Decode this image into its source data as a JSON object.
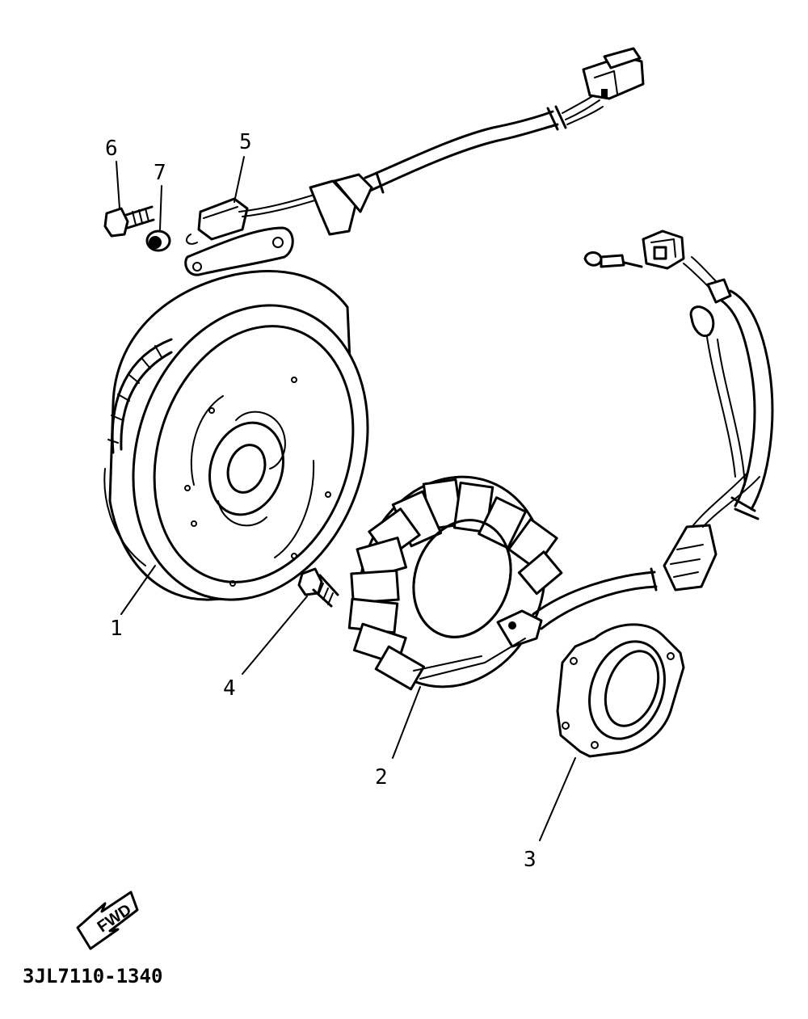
{
  "diagram": {
    "drawing_code": "3JL7110-1340",
    "fwd_label": "FWD",
    "callouts": [
      {
        "id": "rotor",
        "label": "1"
      },
      {
        "id": "stator",
        "label": "2"
      },
      {
        "id": "cover",
        "label": "3"
      },
      {
        "id": "stator-bolt",
        "label": "4"
      },
      {
        "id": "pickup-coil",
        "label": "5"
      },
      {
        "id": "pickup-bolt",
        "label": "6"
      },
      {
        "id": "washer",
        "label": "7"
      }
    ]
  }
}
